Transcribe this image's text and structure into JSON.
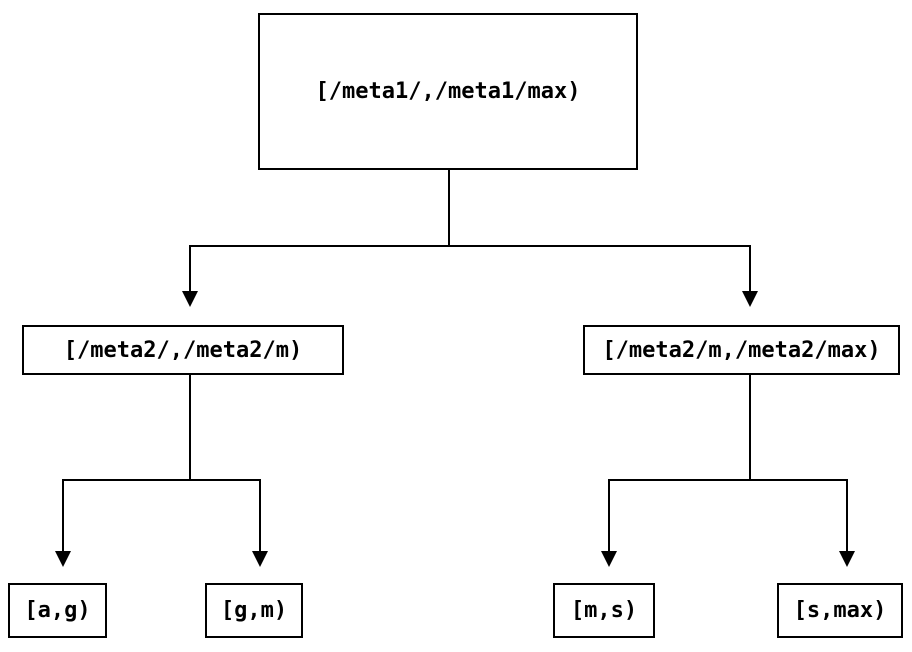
{
  "diagram": {
    "type": "tree",
    "colors": {
      "background": "#ffffff",
      "line": "#000000",
      "text": "#000000",
      "node_border": "#000000"
    },
    "nodes": {
      "root": {
        "label": "[/meta1/,/meta1/max)"
      },
      "mid_left": {
        "label": "[/meta2/,/meta2/m)"
      },
      "mid_right": {
        "label": "[/meta2/m,/meta2/max)"
      },
      "leaf_ag": {
        "label": "[a,g)"
      },
      "leaf_gm": {
        "label": "[g,m)"
      },
      "leaf_ms": {
        "label": "[m,s)"
      },
      "leaf_smax": {
        "label": "[s,max)"
      }
    },
    "edges": [
      {
        "from": "root",
        "to": "mid_left"
      },
      {
        "from": "root",
        "to": "mid_right"
      },
      {
        "from": "mid_left",
        "to": "leaf_ag"
      },
      {
        "from": "mid_left",
        "to": "leaf_gm"
      },
      {
        "from": "mid_right",
        "to": "leaf_ms"
      },
      {
        "from": "mid_right",
        "to": "leaf_smax"
      }
    ]
  }
}
